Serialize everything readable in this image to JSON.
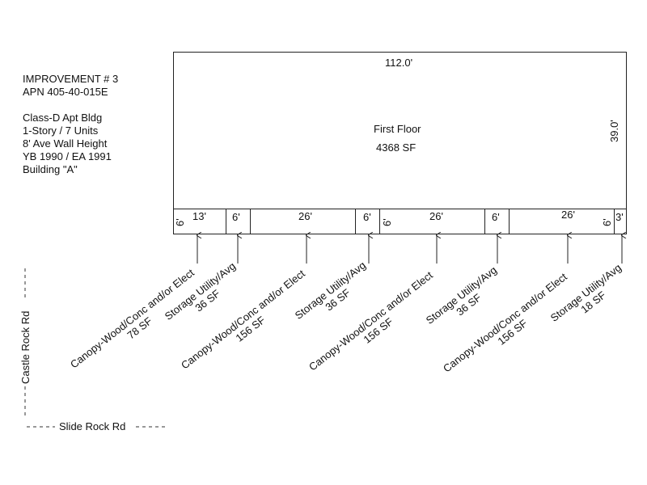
{
  "info": {
    "line1": "IMPROVEMENT # 3",
    "line2": "APN 405-40-015E",
    "line3": "Class-D Apt Bldg",
    "line4": "1-Story / 7 Units",
    "line5": "8' Ave Wall Height",
    "line6": "YB 1990 / EA 1991",
    "line7": "Building \"A\""
  },
  "main": {
    "width_label": "112.0'",
    "depth_label": "39.0'",
    "name": "First Floor",
    "area": "4368 SF"
  },
  "bays": {
    "b1_width": "13'",
    "b1_depth": "6'",
    "b2_width": "6'",
    "b3_width": "26'",
    "b4_width": "6'",
    "b4_depth": "6'",
    "b5_width": "26'",
    "b6_width": "6'",
    "b7_width": "26'",
    "b7_depth": "6'",
    "b8_width": "3'"
  },
  "labels": [
    {
      "type": "Canopy-Wood/Conc and/or Elect",
      "area": "78 SF"
    },
    {
      "type": "Storage Utility/Avg",
      "area": "36 SF"
    },
    {
      "type": "Canopy-Wood/Conc and/or Elect",
      "area": "156 SF"
    },
    {
      "type": "Storage Utility/Avg",
      "area": "36 SF"
    },
    {
      "type": "Canopy-Wood/Conc and/or Elect",
      "area": "156 SF"
    },
    {
      "type": "Storage Utility/Avg",
      "area": "36 SF"
    },
    {
      "type": "Canopy-Wood/Conc and/or Elect",
      "area": "156 SF"
    },
    {
      "type": "Storage Utility/Avg",
      "area": "18 SF"
    }
  ],
  "roads": {
    "left": "Castle Rock Rd",
    "bottom": "Slide Rock Rd"
  }
}
